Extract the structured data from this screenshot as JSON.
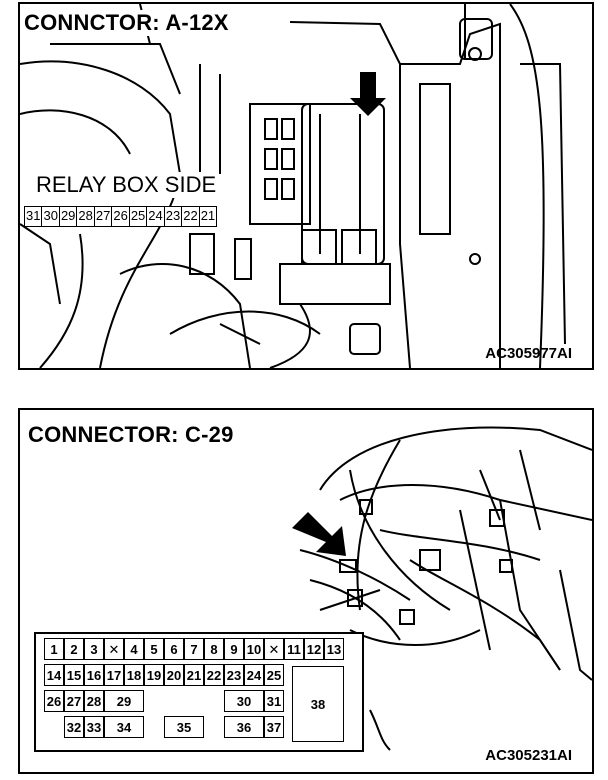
{
  "panel_a": {
    "title": "CONNCTOR: A-12X",
    "side_label": "RELAY BOX SIDE",
    "pins": [
      "31",
      "30",
      "29",
      "28",
      "27",
      "26",
      "25",
      "24",
      "23",
      "22",
      "21"
    ],
    "code": "AC305977AI"
  },
  "panel_c": {
    "title": "CONNECTOR: C-29",
    "code": "AC305231AI",
    "row1": [
      "1",
      "2",
      "3",
      "4",
      "5",
      "6",
      "7",
      "8",
      "9",
      "10",
      "11",
      "12",
      "13"
    ],
    "row2": [
      "14",
      "15",
      "16",
      "17",
      "18",
      "19",
      "20",
      "21",
      "22",
      "23",
      "24",
      "25"
    ],
    "row3": [
      "26",
      "27",
      "28",
      "29",
      "30",
      "31"
    ],
    "row4": [
      "32",
      "33",
      "34",
      "35",
      "36",
      "37"
    ],
    "big": "38"
  }
}
